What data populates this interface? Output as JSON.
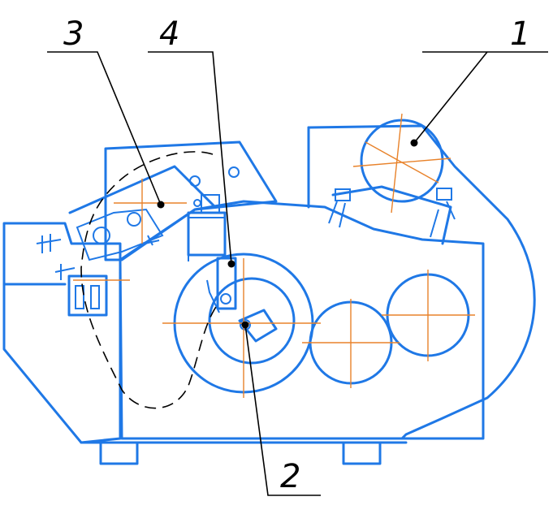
{
  "callouts": [
    {
      "id": "1",
      "label": "1"
    },
    {
      "id": "2",
      "label": "2"
    },
    {
      "id": "3",
      "label": "3"
    },
    {
      "id": "4",
      "label": "4"
    }
  ],
  "colors": {
    "outline": "#1f78e6",
    "center_lines": "#e8822a",
    "leaders": "#000000",
    "background": "#ffffff"
  }
}
